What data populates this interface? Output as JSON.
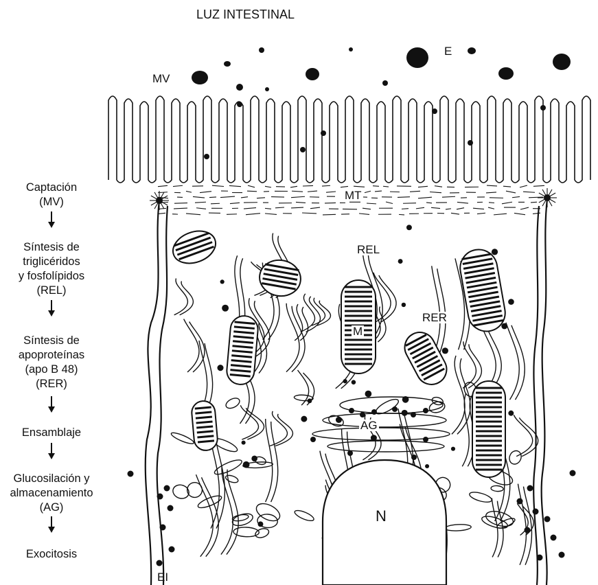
{
  "title": "LUZ INTESTINAL",
  "structure_labels": {
    "mv": "MV",
    "e": "E",
    "mt": "MT",
    "rel": "REL",
    "rer": "RER",
    "m": "M",
    "ag": "AG",
    "n": "N",
    "ei": "EI"
  },
  "steps": [
    "Captación\n(MV)",
    "Síntesis de\ntriglicéridos\ny fosfolípidos\n(REL)",
    "Síntesis de\napoproteínas\n(apo B 48)\n(RER)",
    "Ensamblaje",
    "Glucosilación y\nalmacenamiento\n(AG)",
    "Exocitosis"
  ],
  "colors": {
    "ink": "#111111",
    "paper": "#ffffff"
  }
}
